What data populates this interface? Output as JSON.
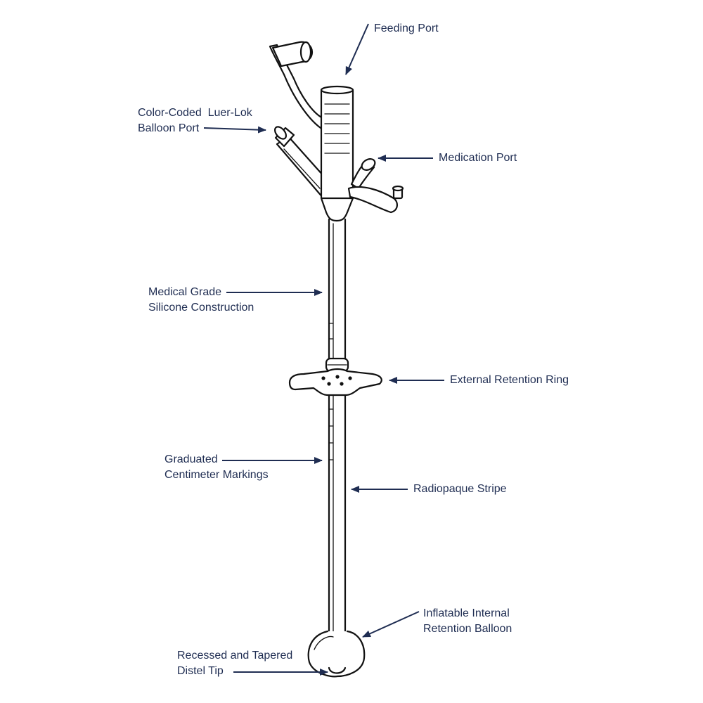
{
  "colors": {
    "label": "#1f2d52",
    "outline": "#111111"
  },
  "labels": {
    "feeding_port": [
      "Feeding Port"
    ],
    "balloon_port": [
      "Color-Coded  Luer-Lok",
      "Balloon Port"
    ],
    "medication_port": [
      "Medication Port"
    ],
    "silicone": [
      "Medical Grade",
      "Silicone Construction"
    ],
    "retention_ring": [
      "External Retention Ring"
    ],
    "markings": [
      "Graduated",
      "Centimeter Markings"
    ],
    "stripe": [
      "Radiopaque Stripe"
    ],
    "internal_balloon": [
      "Inflatable Internal",
      "Retention Balloon"
    ],
    "distal_tip": [
      "Recessed and Tapered",
      "Distel Tip"
    ]
  }
}
